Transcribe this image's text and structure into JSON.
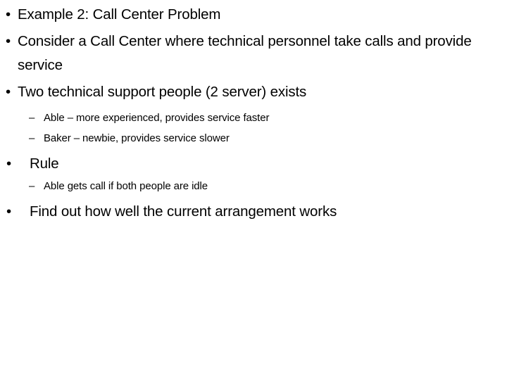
{
  "slide": {
    "background_color": "#ffffff",
    "text_color": "#000000",
    "bullets": {
      "level1_marker": "•",
      "level2_marker": "–"
    },
    "content": [
      {
        "level": 1,
        "marker": "•",
        "text": "Example 2: Call Center Problem"
      },
      {
        "level": 1,
        "marker": "•",
        "text": "Consider a Call Center where technical personnel take calls and provide service"
      },
      {
        "level": 1,
        "marker": "•",
        "text": "Two technical support people (2 server) exists"
      },
      {
        "level": 2,
        "marker": "–",
        "text": "Able – more experienced, provides service faster"
      },
      {
        "level": 2,
        "marker": "–",
        "text": "Baker – newbie, provides service slower"
      },
      {
        "level": 1,
        "marker": "•",
        "text": "Rule"
      },
      {
        "level": 2,
        "marker": "–",
        "text": "Able gets call if both people are idle"
      },
      {
        "level": 1,
        "marker": "•",
        "text": "Find out how well the current arrangement works"
      }
    ]
  }
}
